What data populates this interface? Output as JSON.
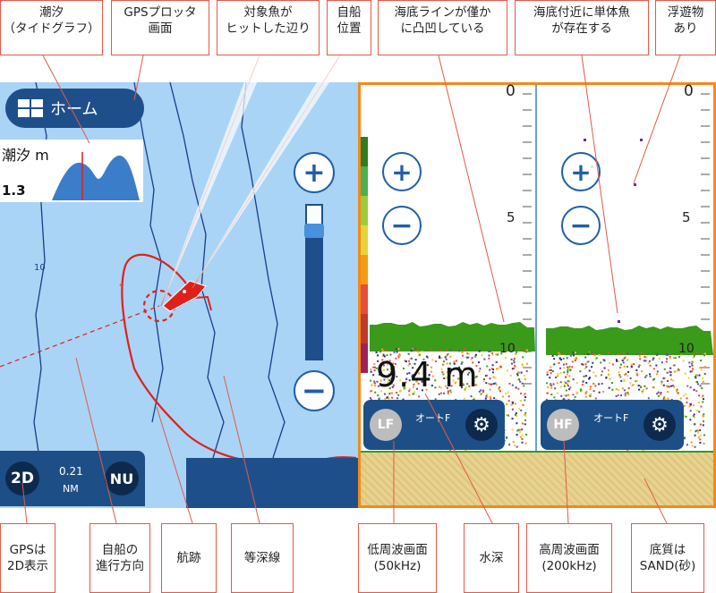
{
  "annotations": {
    "tide": "潮汐\n（タイドグラフ）",
    "gps_plotter": "GPSプロッタ\n画面",
    "target_fish": "対象魚が\nヒットした辺り",
    "own_ship_position": "自船\n位置",
    "seabed_line": "海底ラインが僅か\nに凸凹している",
    "single_fish": "海底付近に単体魚\nが存在する",
    "floating": "浮遊物\nあり",
    "gps_2d": "GPSは\n2D表示",
    "heading": "自船の\n進行方向",
    "track": "航跡",
    "contour": "等深線",
    "lf_screen": "低周波画面\n(50kHz)",
    "water_depth": "水深",
    "hf_screen": "高周波画面\n(200kHz)",
    "bottom_type": "底質は\nSAND(砂)"
  },
  "plotter": {
    "home_label": "ホーム",
    "tide_label": "潮汐 m",
    "tide_value": "1.3",
    "contour_value": "10",
    "mode_2d": "2D",
    "distance_value": "0.21",
    "distance_unit": "NM",
    "north_up": "NU"
  },
  "sonar": {
    "depth_value": "9.4 m",
    "lf_label": "LF",
    "hf_label": "HF",
    "gain_label": "オートF",
    "scale_0": "0",
    "scale_5": "5",
    "scale_10": "10"
  },
  "colors": {
    "annotation_border": "#e05a4a",
    "map_water": "#a9d4f5",
    "track_red": "#e0201c",
    "accent_blue": "#1f5fa8",
    "sonar_frame": "#f28a1a",
    "seabed_green": "#3a9a1a",
    "sand": "#e7d28f"
  }
}
